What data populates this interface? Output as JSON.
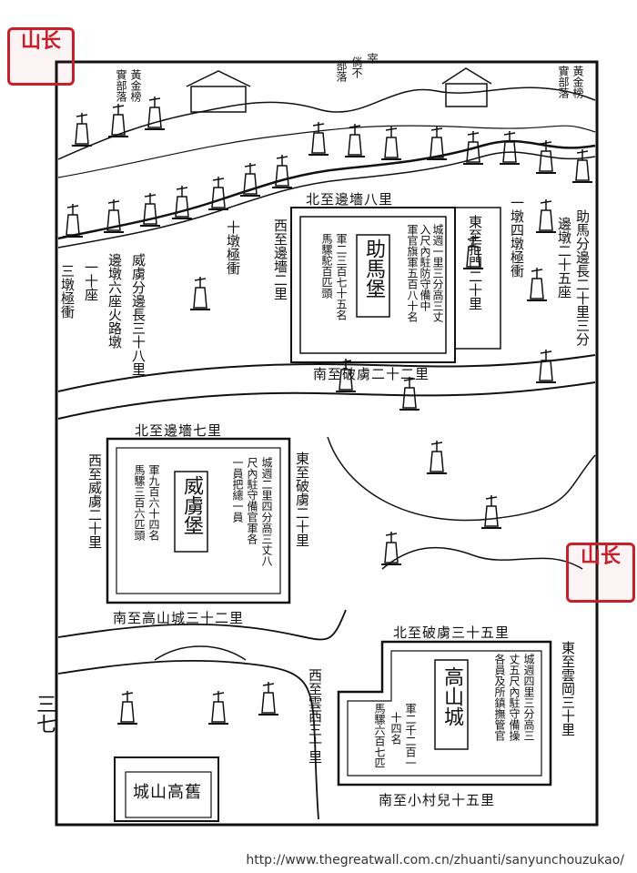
{
  "colors": {
    "ink": "#111111",
    "paper": "#ffffff",
    "seal": "#c8202a"
  },
  "seal_text": "山长",
  "page_marker": "三七",
  "tribes": {
    "top_right_1": "黃金榜",
    "top_right_2": "實部落",
    "top_middle_1": "宰",
    "top_middle_2": "倘不",
    "top_middle_3": "部落",
    "top_left_1": "黃金榜",
    "top_left_2": "實部落"
  },
  "watchtowers": {
    "right": "一墩四墩極衝",
    "middle": "十墩極衝",
    "left": "三墩極衝"
  },
  "border_notes": {
    "zhuma": "助馬分邊長二十里三分",
    "zhuma_towers": "邊墩二十五座",
    "weilu": "威虜分邊長三十八里",
    "weilu_towers": "邊墩六座火路墩",
    "left_count": "一十座"
  },
  "forts": {
    "zhuma": {
      "name": "助馬堡",
      "north": "北至邊墻八里",
      "south": "南至破虜二十二里",
      "east": "東至拒門二十里",
      "west": "西至邊墻二里",
      "desc_1": "城週一里三分高三丈",
      "desc_2": "入尺內駐防守備中",
      "desc_3": "軍官旗軍五百八十名",
      "troops": "軍二三百七十五名",
      "horses": "馬騾駝百匹頭"
    },
    "weilu": {
      "name": "威虜堡",
      "north": "北至邊墻七里",
      "south": "南至高山城三十二里",
      "east": "東至破虜二十里",
      "west": "西至威虜二十里",
      "desc_1": "城週二里四分高三丈八",
      "desc_2": "尺內駐守備官軍各",
      "desc_3": "一員把總一員",
      "troops": "軍九百六十四名",
      "horses": "馬騾三百六匹頭"
    },
    "gaoshan": {
      "name": "高山城",
      "north": "北至破虜三十五里",
      "south": "南至小村兒十五里",
      "east": "東至雲岡三十里",
      "west": "西至雲西三十里",
      "desc_1": "城週四里三分高三",
      "desc_2": "丈五尺內駐守備操",
      "desc_3": "各員及所鎮撫管官",
      "troops": "軍二千二百一",
      "troops_2": "十四名",
      "horses": "馬騾六百七匹"
    }
  },
  "gaoshan_gate_label": "城山高舊",
  "source_url": "http://www.thegreatwall.com.cn/zhuanti/sanyunchouzukao/"
}
